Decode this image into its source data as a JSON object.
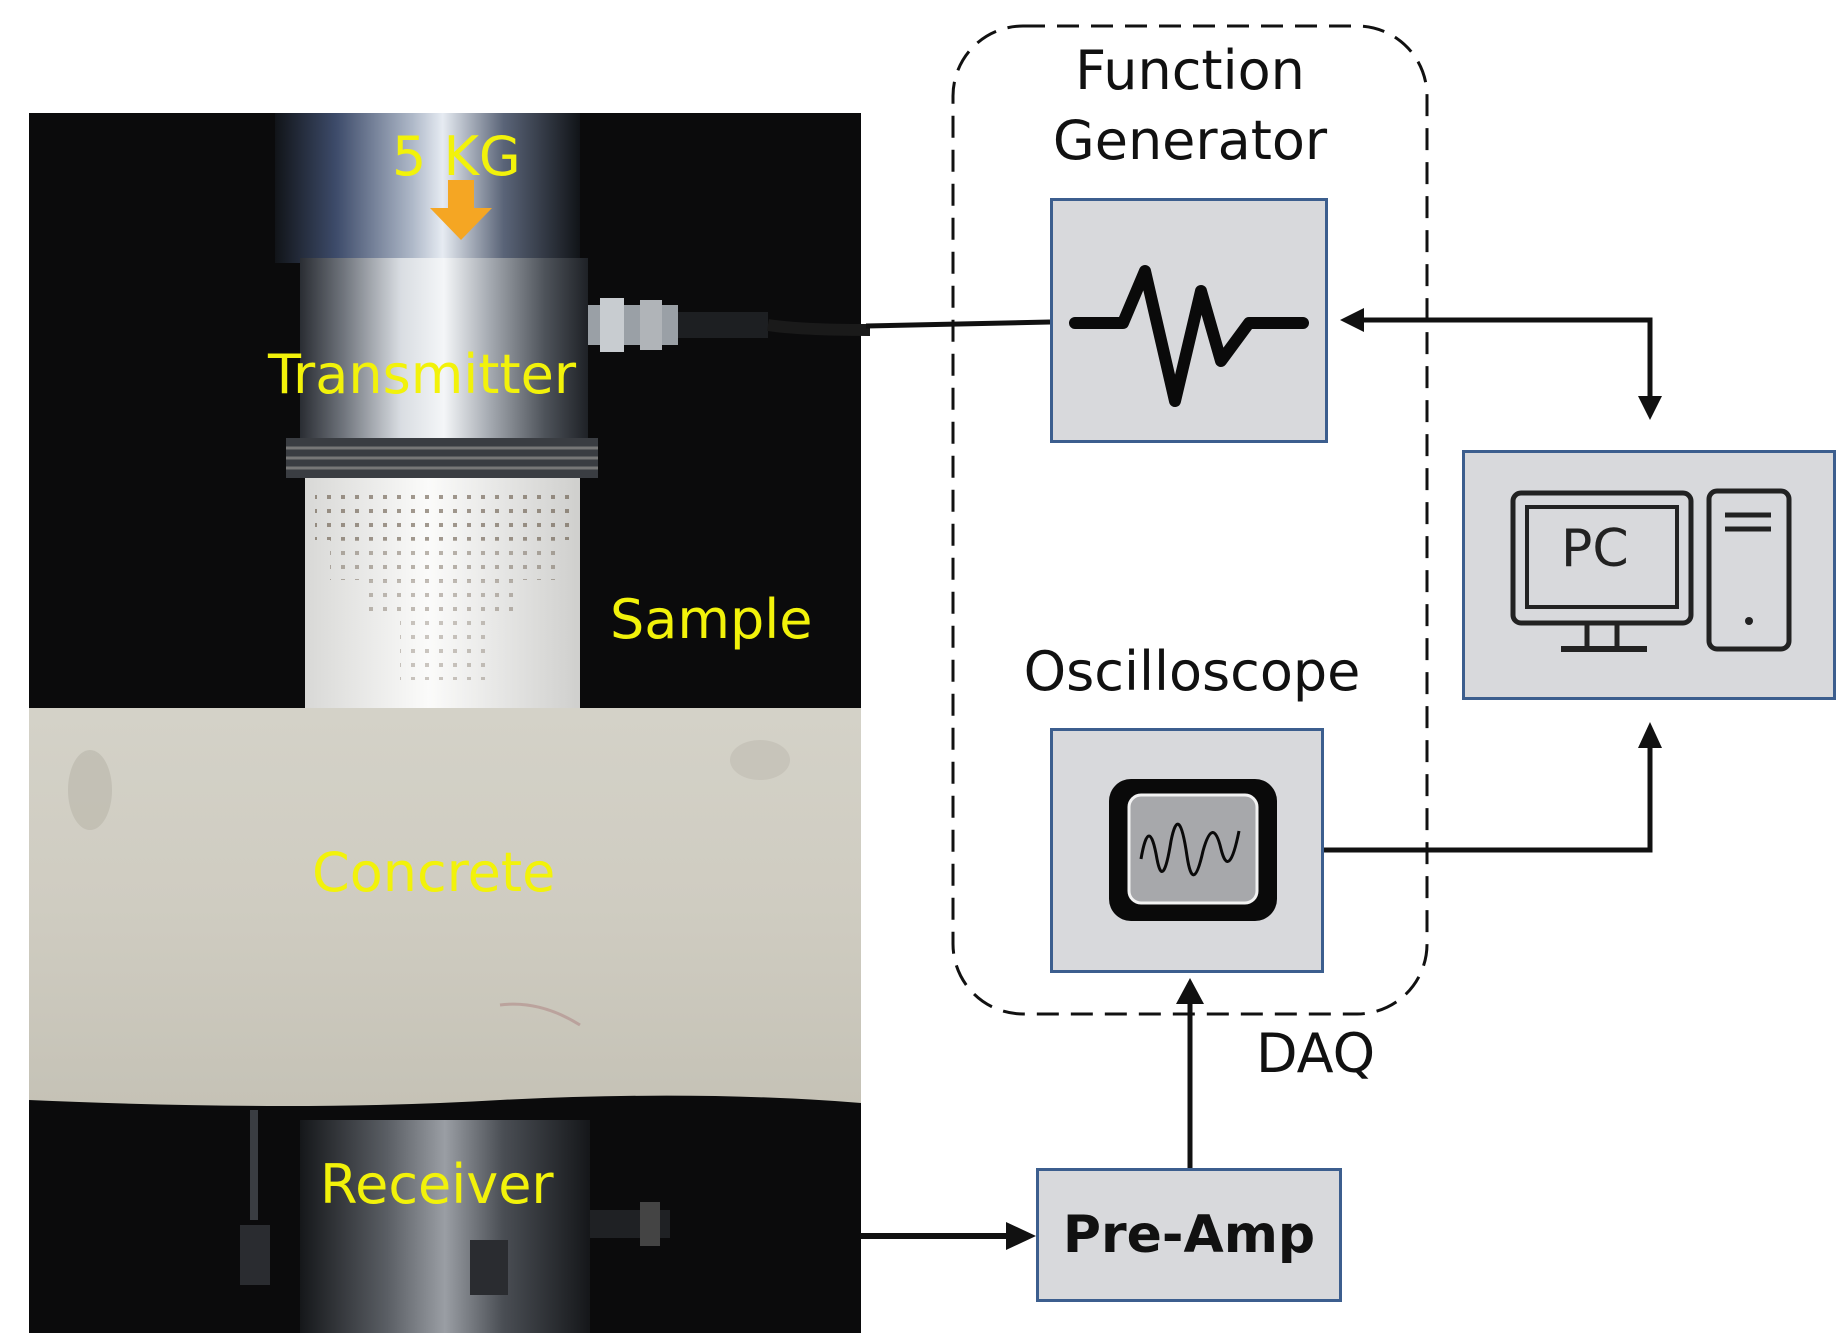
{
  "photo": {
    "weight_label": "5 KG",
    "transmitter_label": "Transmitter",
    "sample_label": "Sample",
    "concrete_label": "Concrete",
    "receiver_label": "Receiver"
  },
  "diagram": {
    "function_generator_label": "Function\nGenerator",
    "oscilloscope_label": "Oscilloscope",
    "daq_label": "DAQ",
    "pc_label": "PC",
    "preamp_label": "Pre-Amp"
  },
  "colors": {
    "photo_label": "#f2f20a",
    "box_fill": "#d8d9dc",
    "box_border": "#3c5e8e",
    "weight_arrow": "#f5a623"
  },
  "icons": {
    "function_generator": "waveform-icon",
    "oscilloscope": "oscilloscope-icon",
    "pc": "computer-icon"
  }
}
